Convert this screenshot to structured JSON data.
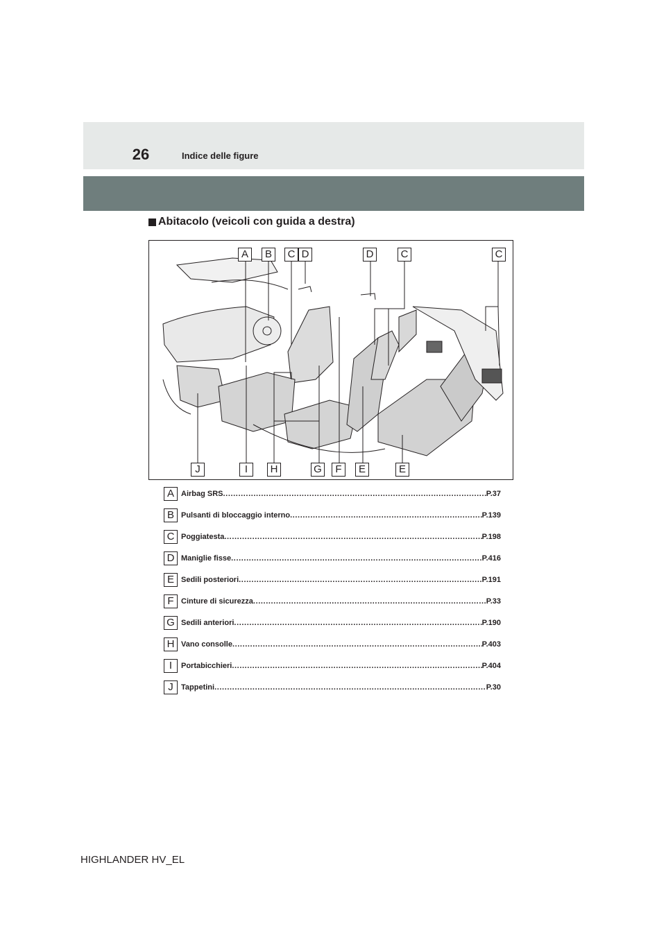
{
  "header": {
    "page_number": "26",
    "section_title": "Indice delle figure"
  },
  "subheading": "Abitacolo (veicoli con guida a destra)",
  "figure": {
    "top_callouts": [
      "A",
      "B",
      "C",
      "D",
      "D",
      "C",
      "C"
    ],
    "bottom_callouts": [
      "J",
      "I",
      "H",
      "G",
      "F",
      "E",
      "E"
    ]
  },
  "legend": [
    {
      "key": "A",
      "label": "Airbag SRS",
      "ref": "P.37"
    },
    {
      "key": "B",
      "label": "Pulsanti di bloccaggio interno",
      "ref": "P.139"
    },
    {
      "key": "C",
      "label": "Poggiatesta",
      "ref": "P.198"
    },
    {
      "key": "D",
      "label": "Maniglie fisse",
      "ref": "P.416"
    },
    {
      "key": "E",
      "label": "Sedili posteriori",
      "ref": "P.191"
    },
    {
      "key": "F",
      "label": "Cinture di sicurezza",
      "ref": "P.33"
    },
    {
      "key": "G",
      "label": "Sedili anteriori",
      "ref": "P.190"
    },
    {
      "key": "H",
      "label": "Vano consolle",
      "ref": "P.403"
    },
    {
      "key": "I",
      "label": "Portabicchieri",
      "ref": "P.404"
    },
    {
      "key": "J",
      "label": "Tappetini",
      "ref": "P.30"
    }
  ],
  "footer": "HIGHLANDER HV_EL"
}
